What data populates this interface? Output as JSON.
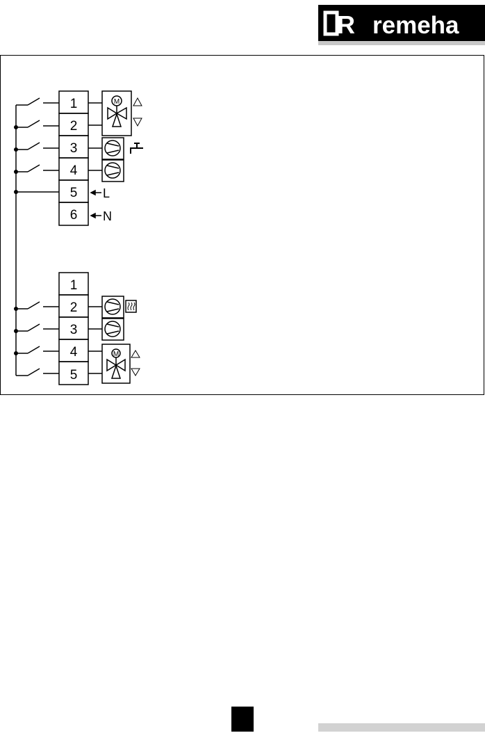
{
  "brand": {
    "name": "remeha",
    "colors": {
      "background": "#000000",
      "foreground": "#ffffff",
      "underline": "#c8c8c8"
    }
  },
  "diagram": {
    "upper_block": {
      "terminals": [
        "1",
        "2",
        "3",
        "4",
        "5",
        "6"
      ],
      "live_label": "L",
      "neutral_label": "N",
      "valve_motor_label": "M"
    },
    "lower_block": {
      "terminals": [
        "1",
        "2",
        "3",
        "4",
        "5"
      ],
      "valve_motor_label": "M"
    }
  }
}
